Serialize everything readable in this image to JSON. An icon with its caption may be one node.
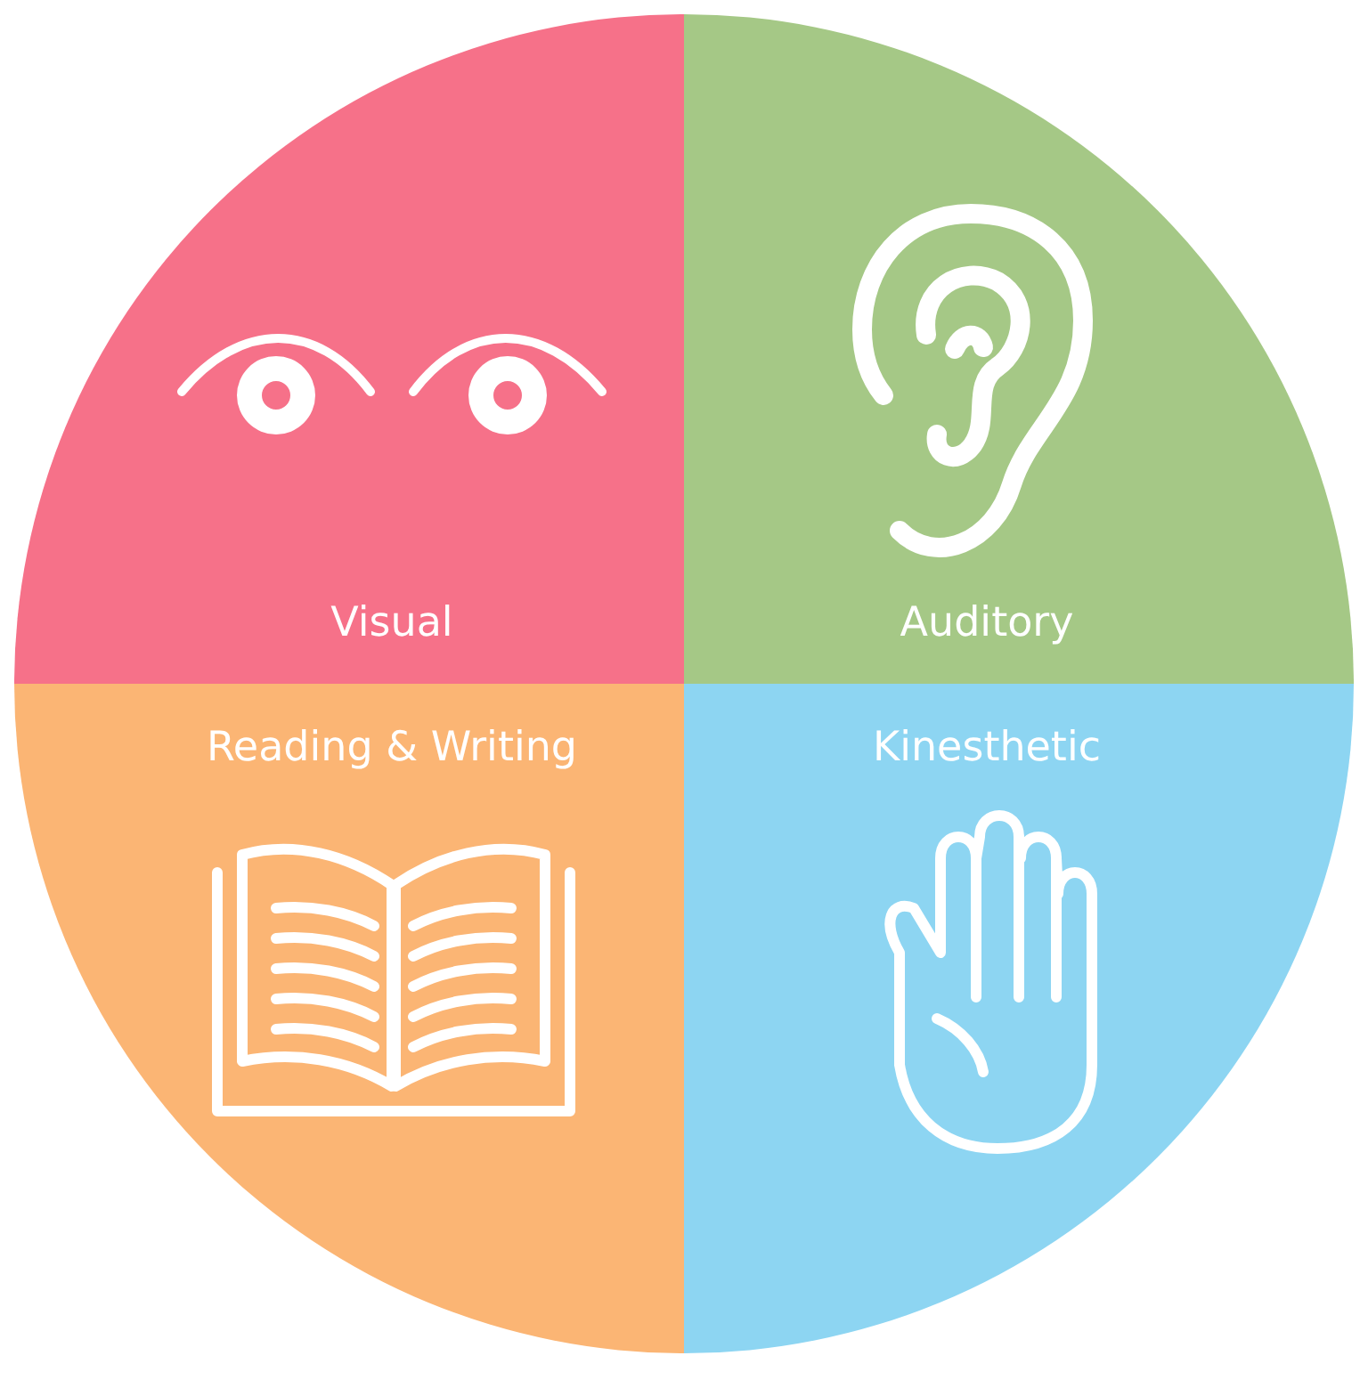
{
  "diagram": {
    "nodes": [
      {
        "text": [
          "Visual"
        ]
      },
      {
        "text": [
          "Auditory"
        ]
      },
      {
        "text": [
          "Reading & Writing"
        ]
      },
      {
        "text": [
          "Kinesthetic"
        ]
      }
    ]
  }
}
